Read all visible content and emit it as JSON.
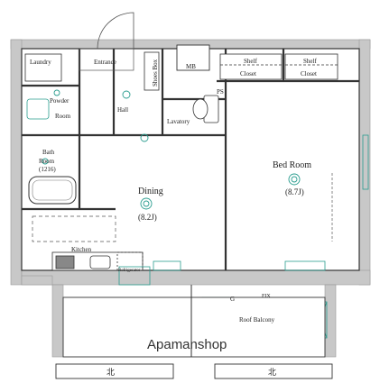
{
  "rooms": {
    "laundry": "Laundry",
    "entrance": "Entrance",
    "mb": "MB",
    "shelf_1": "Shelf",
    "closet_1": "Closet",
    "shelf_2": "Shelf",
    "closet_2": "Closet",
    "powder_room_line1": "Powder",
    "powder_room_line2": "Room",
    "shoes_box": "Shoes Box",
    "hall": "Hall",
    "lavatory": "Lavatory",
    "bath_room_line1": "Bath",
    "bath_room_line2": "Room",
    "bath_size": "(1216)",
    "dining": "Dining",
    "dining_size": "(8.2J)",
    "bed_room": "Bed Room",
    "bed_size": "(8.7J)",
    "kitchen": "Kitchen",
    "refrigerator": "Refrigerator",
    "roof_balcony": "Roof Balcony"
  },
  "markers": {
    "ps": "PS",
    "g": "G",
    "fix": "FIX"
  },
  "compass_marks": {
    "left": "北",
    "right": "北"
  },
  "watermark": "Apamanshop",
  "colors": {
    "wall": "#c8c8c8",
    "line": "#333333",
    "accent": "#2a9d8f",
    "dash": "#555555"
  }
}
